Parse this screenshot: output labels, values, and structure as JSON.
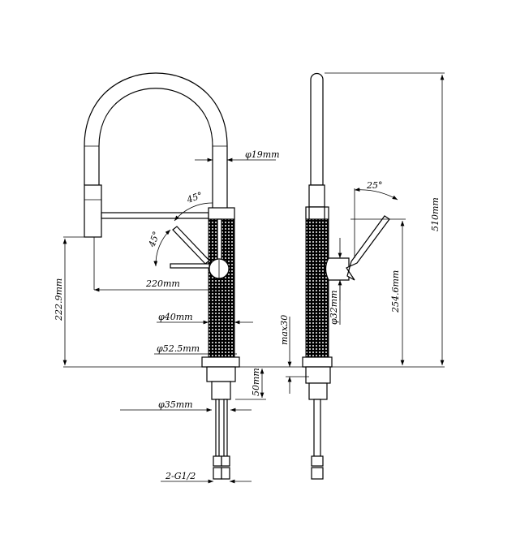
{
  "title": "Pull-down kitchen faucet technical drawing",
  "front_view": {
    "hose_diameter": "φ19mm",
    "angle_upper": "45°",
    "angle_lower": "45°",
    "spout_reach": "220mm",
    "spout_height": "222.9mm",
    "body_diameter": "φ40mm",
    "base_diameter": "φ52.5mm",
    "shank_diameter": "φ35mm",
    "shank_length": "50mm",
    "connection": "2-G1/2"
  },
  "side_view": {
    "lever_angle": "25°",
    "total_height": "510mm",
    "handle_height": "254.6mm",
    "handle_diameter": "φ32mm",
    "max_deck_thickness": "max30"
  }
}
